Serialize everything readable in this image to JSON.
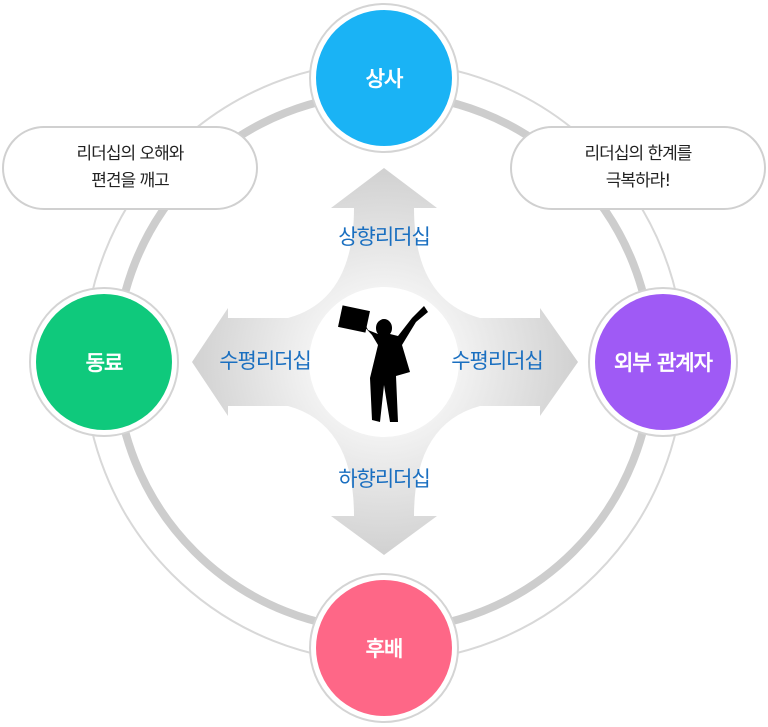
{
  "nodes": {
    "top": {
      "label": "상사",
      "color": "#1ab3f5"
    },
    "left": {
      "label": "동료",
      "color": "#0fc97c"
    },
    "right": {
      "label": "외부 관계자",
      "color": "#9f5af5"
    },
    "bottom": {
      "label": "후배",
      "color": "#fe6787"
    }
  },
  "bubbles": {
    "left": {
      "line1": "리더십의 오해와",
      "line2": "편견을 깨고"
    },
    "right": {
      "line1": "리더십의 한계를",
      "line2": "극복하라!"
    }
  },
  "arrows": {
    "up": "상향리더십",
    "left": "수평리더십",
    "right": "수평리더십",
    "down": "하향리더십"
  }
}
